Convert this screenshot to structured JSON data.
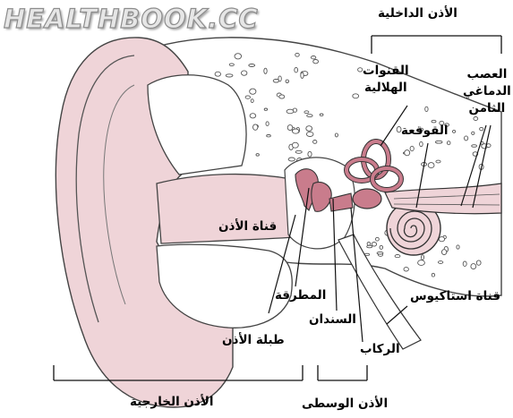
{
  "watermark": "HEALTHBOOK.CC",
  "colors": {
    "outer_ear": "#efd4d8",
    "ossicles": "#c97c8c",
    "bone": "#ffffff",
    "line": "#222222"
  },
  "labels": {
    "inner_ear": "الأذن الداخلية",
    "semicircular_canals": "القنوات\nالهلالية",
    "vestibulocochlear_nerve": "العصب\nالدماغي\nالثامن",
    "cochlea": "القوقعة",
    "ear_canal": "قناة الأذن",
    "malleus": "المطرقة",
    "incus": "السندان",
    "eardrum": "طبلة الأذن",
    "stapes": "الركاب",
    "eustachian_tube": "قناة استاكيوس",
    "outer_ear": "الأذن الخارجية",
    "middle_ear": "الأذن الوسطى"
  }
}
